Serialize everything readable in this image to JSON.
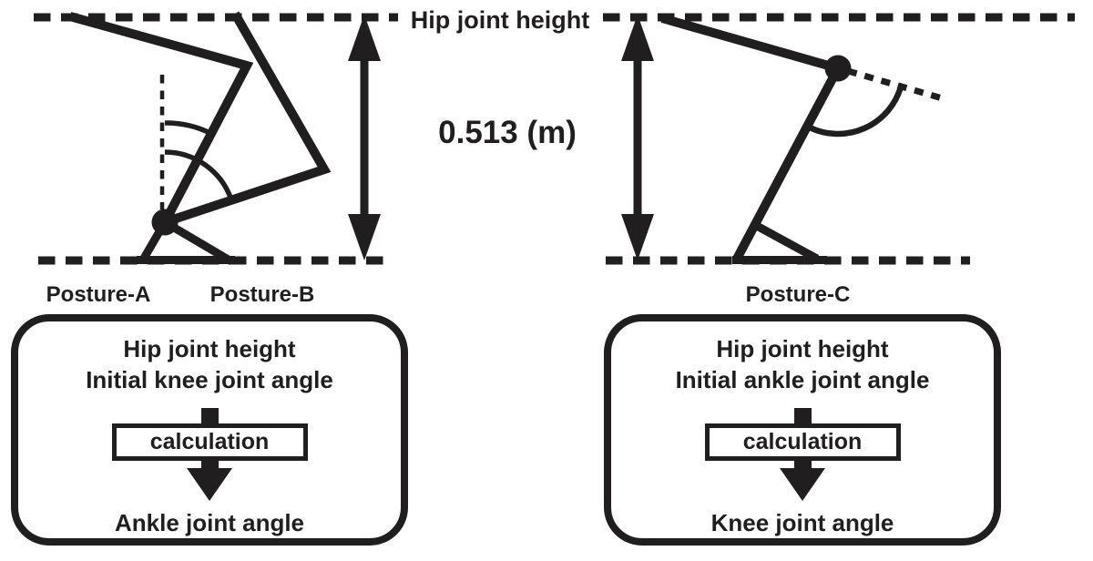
{
  "figure": {
    "hip_line_label": "Hip joint height",
    "height_value": "0.513 (m)",
    "posture_a_label": "Posture-A",
    "posture_b_label": "Posture-B",
    "posture_c_label": "Posture-C",
    "ink_color": "#211e1f",
    "measurement": {
      "hip_joint_height": "0.513 (m)"
    }
  },
  "left_box": {
    "input_line1": "Hip joint height",
    "input_line2": "Initial knee joint angle",
    "process_label": "calculation",
    "output_label": "Ankle joint angle"
  },
  "right_box": {
    "input_line1": "Hip joint height",
    "input_line2": "Initial ankle joint angle",
    "process_label": "calculation",
    "output_label": "Knee joint angle"
  }
}
